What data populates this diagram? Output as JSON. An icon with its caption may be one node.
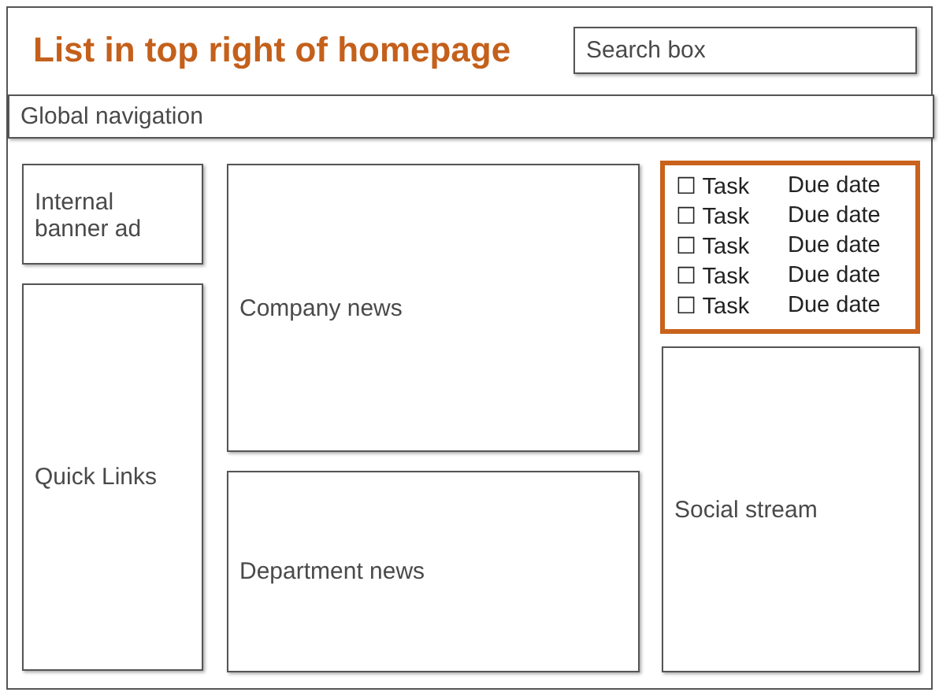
{
  "diagram": {
    "title": "List in top right of homepage",
    "nodes": [
      {
        "text": [],
        "shape": "box"
      },
      {
        "text": [
          "Search box"
        ],
        "in": 0
      },
      {
        "text": [
          "Global navigation"
        ],
        "in": 0
      },
      {
        "text": [
          "Internal banner ad"
        ],
        "in": 0
      },
      {
        "text": [
          "Quick Links"
        ],
        "in": 0
      },
      {
        "text": [
          "Company news"
        ],
        "in": 0
      },
      {
        "text": [
          "Department news"
        ],
        "in": 0
      },
      {
        "text": [
          "☐ Task",
          "Due date",
          "☐ Task",
          "Due date",
          "☐ Task",
          "Due date",
          "☐ Task",
          "Due date",
          "☐ Task",
          "Due date"
        ],
        "in": 0
      },
      {
        "text": [
          "Social stream"
        ],
        "in": 0
      }
    ],
    "edges": []
  }
}
